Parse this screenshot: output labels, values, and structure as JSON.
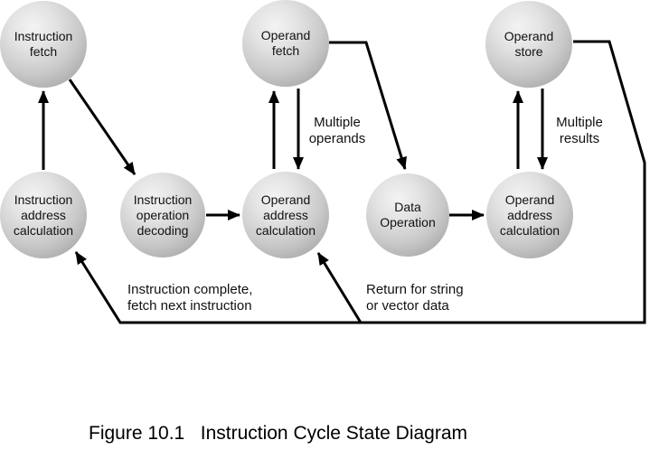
{
  "figure": {
    "caption": "Figure 10.1   Instruction Cycle State Diagram"
  },
  "diagram": {
    "nodes": [
      {
        "id": "instruction-fetch",
        "label": "Instruction fetch"
      },
      {
        "id": "operand-fetch",
        "label": "Operand fetch"
      },
      {
        "id": "operand-store",
        "label": "Operand store"
      },
      {
        "id": "instruction-address-calculation",
        "label": "Instruction address calculation"
      },
      {
        "id": "instruction-operation-decoding",
        "label": "Instruction operation decoding"
      },
      {
        "id": "operand-address-calculation",
        "label": "Operand address calculation"
      },
      {
        "id": "data-operation",
        "label": "Data Operation"
      },
      {
        "id": "operand-address-calculation-2",
        "label": "Operand address calculation"
      }
    ],
    "edges": [
      {
        "from": "instruction-address-calculation",
        "to": "instruction-fetch"
      },
      {
        "from": "instruction-fetch",
        "to": "instruction-operation-decoding"
      },
      {
        "from": "instruction-operation-decoding",
        "to": "operand-address-calculation"
      },
      {
        "from": "operand-address-calculation",
        "to": "operand-fetch"
      },
      {
        "from": "operand-fetch",
        "to": "operand-address-calculation",
        "label": "Multiple operands"
      },
      {
        "from": "operand-fetch",
        "to": "data-operation"
      },
      {
        "from": "data-operation",
        "to": "operand-address-calculation-2"
      },
      {
        "from": "operand-address-calculation-2",
        "to": "operand-store"
      },
      {
        "from": "operand-store",
        "to": "operand-address-calculation-2",
        "label": "Multiple results"
      },
      {
        "from": "operand-store",
        "to": "instruction-address-calculation",
        "label": "Instruction complete, fetch next instruction"
      },
      {
        "from": "operand-store",
        "to": "operand-address-calculation",
        "label": "Return for string or vector data"
      }
    ],
    "edge_labels": {
      "multiple_operands": "Multiple\noperands",
      "multiple_results": "Multiple\nresults",
      "instruction_complete": "Instruction complete,\nfetch next instruction",
      "return_string": "Return for string\nor vector data"
    },
    "colors": {
      "background": "#ffffff",
      "line": "#000000",
      "node_highlight": "#f3f3f3",
      "node_rim": "#989898",
      "text": "#111111"
    }
  }
}
